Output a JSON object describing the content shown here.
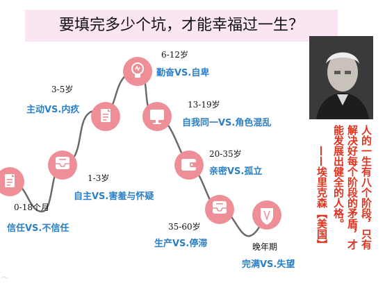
{
  "title": "要填完多少个坑，才能幸福过一生？",
  "stages": [
    {
      "age": "0-18个月",
      "label": "信任VS.不信任",
      "icon": "document-icon"
    },
    {
      "age": "1-3岁",
      "label": "自主VS.害羞与怀疑",
      "icon": "inbox-tray-icon"
    },
    {
      "age": "3-5岁",
      "label": "主动VS.内疚",
      "icon": "document-icon"
    },
    {
      "age": "6-12岁",
      "label": "勤奋VS.自卑",
      "icon": "lightbulb-icon"
    },
    {
      "age": "13-19岁",
      "label": "自我同一VS.角色混乱",
      "icon": "monitor-icon"
    },
    {
      "age": "20-35岁",
      "label": "亲密VS.孤立",
      "icon": "wallet-icon"
    },
    {
      "age": "35-60岁",
      "label": "生产VS.停滞",
      "icon": "inbox-tray-icon"
    },
    {
      "age": "晚年期",
      "label": "完满VS.失望",
      "icon": "shield-icon"
    }
  ],
  "quote": {
    "columns": [
      "人的一生有八个阶段，只有",
      "解决好每个阶段的矛盾，才",
      "能发展出健全的人格。"
    ],
    "attribution": "——埃里克森【美国】"
  },
  "colors": {
    "node": "#ee8f97",
    "label": "#2a7fc8",
    "quote": "#e0331f",
    "title_bg": "#fbe5f3",
    "path": "#6a6a6a"
  }
}
